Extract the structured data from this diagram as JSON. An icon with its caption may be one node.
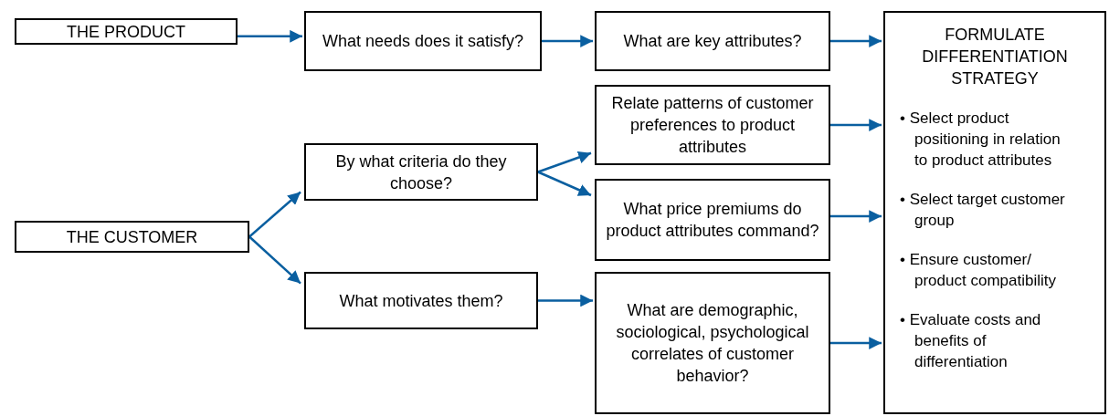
{
  "diagram": {
    "nodes": [
      {
        "text": [
          "THE PRODUCT"
        ]
      },
      {
        "text": [
          "What needs does it satisfy?"
        ]
      },
      {
        "text": [
          "What are key attributes?"
        ]
      },
      {
        "text": [
          "FORMULATE DIFFERENTIATION STRATEGY",
          "• Select product positioning in relation to product attributes",
          "• Select target customer group",
          "• Ensure customer/ product compatibility",
          "• Evaluate costs and benefits of differentiation"
        ]
      },
      {
        "text": [
          "THE CUSTOMER"
        ]
      },
      {
        "text": [
          "By what criteria do they choose?"
        ]
      },
      {
        "text": [
          "What motivates them?"
        ]
      },
      {
        "text": [
          "Relate patterns of customer preferences to product attributes"
        ]
      },
      {
        "text": [
          "What price premiums do product attributes command?"
        ]
      },
      {
        "text": [
          "What are demographic, sociological, psychological correlates of customer behavior?"
        ]
      }
    ],
    "edges": [
      {
        "from": 0,
        "to": 1,
        "arrow": "to"
      },
      {
        "from": 1,
        "to": 2,
        "arrow": "to"
      },
      {
        "from": 2,
        "to": 3,
        "arrow": "to"
      },
      {
        "from": 4,
        "to": 5,
        "arrow": "to"
      },
      {
        "from": 4,
        "to": 6,
        "arrow": "to"
      },
      {
        "from": 5,
        "to": 7,
        "arrow": "to"
      },
      {
        "from": 5,
        "to": 8,
        "arrow": "to"
      },
      {
        "from": 6,
        "to": 9,
        "arrow": "to"
      },
      {
        "from": 7,
        "to": 3,
        "arrow": "to"
      },
      {
        "from": 8,
        "to": 3,
        "arrow": "to"
      },
      {
        "from": 9,
        "to": 3,
        "arrow": "to"
      }
    ]
  }
}
